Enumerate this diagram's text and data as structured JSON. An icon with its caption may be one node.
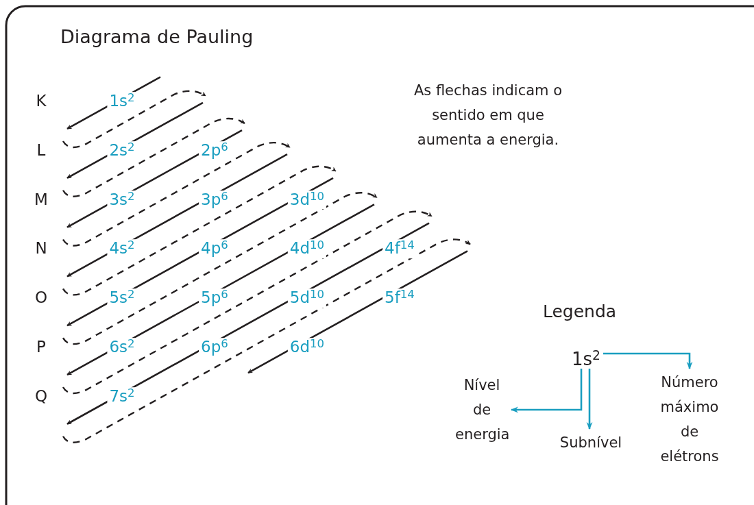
{
  "diagram": {
    "title": "Diagrama de Pauling",
    "nodes": [
      {
        "text": [
          "1s$^{2}$"
        ]
      },
      {
        "text": [
          "Nível de energia"
        ]
      },
      {
        "text": [
          "Subnível"
        ]
      },
      {
        "text": [
          "Número máximo de elétrons"
        ]
      }
    ],
    "edges": [
      {
        "from": 0,
        "to": 1,
        "arrow": "to"
      },
      {
        "from": 0,
        "to": 2,
        "arrow": "to"
      },
      {
        "from": 0,
        "to": 3,
        "arrow": "to"
      }
    ],
    "labels": [
      "K",
      "1s$^{2}$",
      "L",
      "2s$^{2}$",
      "2p$^{6}$",
      "M",
      "3s$^{2}$",
      "3p$^{6}$",
      "3d$^{10}$",
      "N",
      "4s$^{2}$",
      "4p$^{6}$",
      "4d$^{10}$",
      "4f$^{14}$",
      "O",
      "5s$^{2}$",
      "5p$^{6}$",
      "5d$^{10}$",
      "5f$^{14}$",
      "P",
      "6s$^{2}$",
      "6p$^{6}$",
      "6d$^{10}$",
      "Q",
      "7s$^{2}$",
      "As flechas indicam o sentido em que aumenta a energia.",
      "Legenda"
    ]
  }
}
